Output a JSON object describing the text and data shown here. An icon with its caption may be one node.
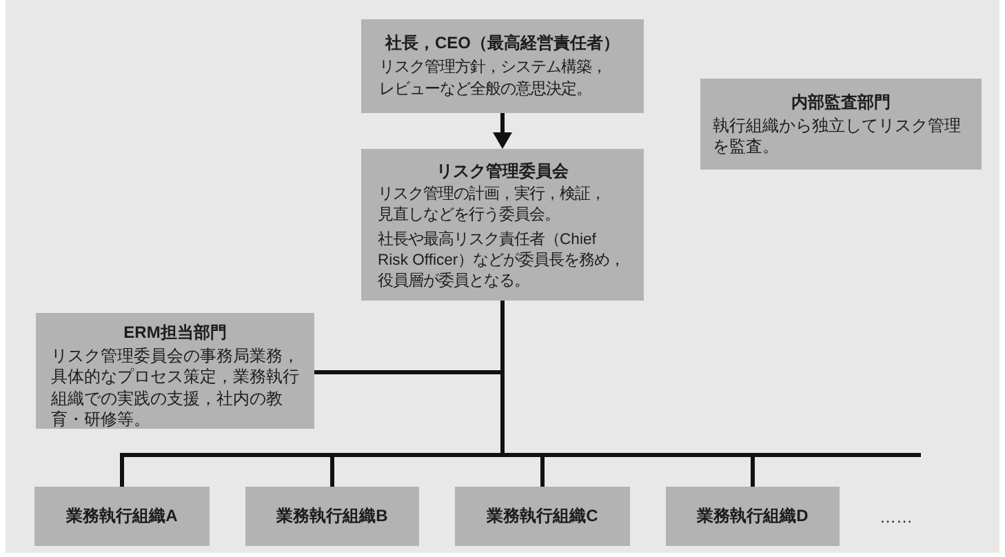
{
  "diagram": {
    "nodes": [
      {
        "text": [
          "社長，CEO（最高経営責任者）",
          "リスク管理方針，システム構築，レビューなど全般の意思決定。"
        ]
      },
      {
        "text": [
          "内部監査部門",
          "執行組織から独立してリスク管理を監査。"
        ]
      },
      {
        "text": [
          "リスク管理委員会",
          "リスク管理の計画，実行，検証，見直しなどを行う委員会。",
          "社長や最高リスク責任者（Chief Risk Officer）などが委員長を務め，役員層が委員となる。"
        ]
      },
      {
        "text": [
          "ERM担当部門",
          "リスク管理委員会の事務局業務，具体的なプロセス策定，業務執行組織での実践の支援，社内の教育・研修等。"
        ]
      },
      {
        "text": [
          "業務執行組織A"
        ]
      },
      {
        "text": [
          "業務執行組織B"
        ]
      },
      {
        "text": [
          "業務執行組織C"
        ]
      },
      {
        "text": [
          "業務執行組織D"
        ]
      }
    ],
    "edges": [
      {
        "from": 0,
        "to": 2,
        "arrow": "to"
      },
      {
        "from": 2,
        "to": 3,
        "arrow": "none"
      },
      {
        "from": 2,
        "to": 4,
        "arrow": "none"
      },
      {
        "from": 2,
        "to": 5,
        "arrow": "none"
      },
      {
        "from": 2,
        "to": 6,
        "arrow": "none"
      },
      {
        "from": 2,
        "to": 7,
        "arrow": "none"
      },
      {
        "from": 2,
        "to": null,
        "arrow": "none"
      }
    ],
    "labels": [
      "……"
    ]
  }
}
